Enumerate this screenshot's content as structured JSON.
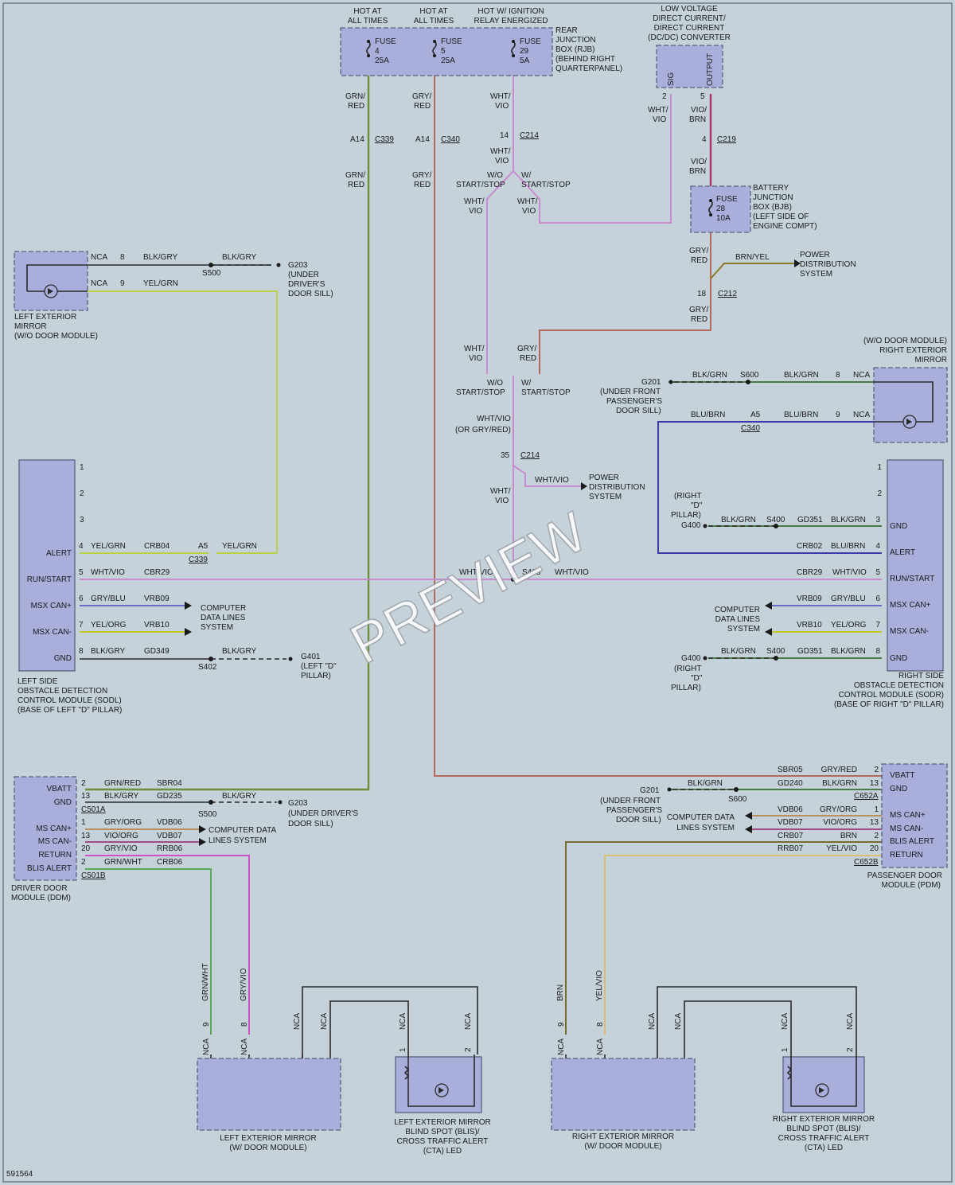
{
  "fuse_box_top": {
    "headers": [
      "HOT AT",
      "ALL TIMES",
      "HOT AT",
      "ALL TIMES",
      "HOT W/ IGNITION",
      "RELAY ENERGIZED"
    ],
    "fuse_label": "FUSE",
    "fuses": [
      {
        "number": "4",
        "rating": "25A"
      },
      {
        "number": "5",
        "rating": "25A"
      },
      {
        "number": "29",
        "rating": "5A"
      }
    ],
    "name_lines": [
      "REAR",
      "JUNCTION",
      "BOX (RJB)",
      "(BEHIND RIGHT",
      "QUARTERPANEL)"
    ]
  },
  "dcdc": {
    "name_lines": [
      "LOW VOLTAGE",
      "DIRECT CURRENT/",
      "DIRECT CURRENT",
      "(DC/DC) CONVERTER"
    ],
    "sig": "SIG",
    "output": "OUTPUT",
    "pin_sig": "2",
    "pin_output": "5"
  },
  "bjb": {
    "fuse_label": "FUSE",
    "fuse_number": "28",
    "fuse_rating": "10A",
    "name_lines": [
      "BATTERY",
      "JUNCTION",
      "BOX (BJB)",
      "(LEFT SIDE OF",
      "ENGINE COMPT)"
    ]
  },
  "upper_labels": {
    "grn_red_1": "GRN/",
    "grn_red_2": "RED",
    "gry_red_1": "GRY/",
    "gry_red_2": "RED",
    "wht_vio_1": "WHT/",
    "wht_vio_2": "VIO",
    "vio_brn_1": "VIO/",
    "vio_brn_2": "BRN",
    "a14": "A14",
    "c339": "C339",
    "c340": "C340",
    "c214": "C214",
    "c219": "C219",
    "c212": "C212",
    "pin14": "14",
    "pin4": "4",
    "pin18": "18",
    "pin35": "35",
    "wo_start": "W/O",
    "start_stop": "START/STOP",
    "w_start": "W/",
    "brn_yel": "BRN/YEL",
    "power_1": "POWER",
    "power_2": "DISTRIBUTION",
    "power_3": "SYSTEM",
    "whtvio_slash": "WHT/VIO",
    "or_gry_red": "(OR GRY/RED)"
  },
  "left_mirror_nodm": {
    "name_lines": [
      "LEFT EXTERIOR",
      "MIRROR",
      "(W/O DOOR MODULE)"
    ],
    "nca": "NCA",
    "pin8": "8",
    "pin9": "9",
    "blk_gry": "BLK/GRY",
    "yel_grn": "YEL/GRN",
    "s500": "S500",
    "g203_lines": [
      "G203",
      "(UNDER",
      "DRIVER'S",
      "DOOR SILL)"
    ]
  },
  "right_mirror_nodm": {
    "name_lines": [
      "(W/O DOOR MODULE)",
      "RIGHT EXTERIOR",
      "MIRROR"
    ],
    "nca": "NCA",
    "pin8": "8",
    "pin9": "9",
    "blk_grn": "BLK/GRN",
    "blu_brn": "BLU/BRN",
    "s600": "S600",
    "a5": "A5",
    "c340": "C340",
    "g201_lines": [
      "G201",
      "(UNDER FRONT",
      "PASSENGER'S",
      "DOOR SILL)"
    ]
  },
  "sodl": {
    "name_lines": [
      "LEFT SIDE",
      "OBSTACLE DETECTION",
      "CONTROL MODULE (SODL)",
      "(BASE OF LEFT \"D\" PILLAR)"
    ],
    "pins": [
      "1",
      "2",
      "3",
      "4",
      "5",
      "6",
      "7",
      "8"
    ],
    "pin_names": [
      "ALERT",
      "RUN/START",
      "MSX CAN+",
      "MSX CAN-",
      "GND"
    ],
    "wire_colors": [
      "YEL/GRN",
      "WHT/VIO",
      "GRY/BLU",
      "YEL/ORG",
      "BLK/GRY"
    ],
    "circuits": [
      "CRB04",
      "CBR29",
      "VRB09",
      "VRB10",
      "GD349"
    ],
    "a5": "A5",
    "yel_grn2": "YEL/GRN",
    "c339": "C339",
    "computer_lines": [
      "COMPUTER",
      "DATA LINES",
      "SYSTEM"
    ],
    "blk_gry2": "BLK/GRY",
    "s402": "S402",
    "g401_lines": [
      "G401",
      "(LEFT \"D\"",
      "PILLAR)"
    ]
  },
  "sodr": {
    "name_lines": [
      "RIGHT SIDE",
      "OBSTACLE DETECTION",
      "CONTROL MODULE (SODR)",
      "(BASE OF RIGHT \"D\" PILLAR)"
    ],
    "pins": [
      "1",
      "2",
      "3",
      "4",
      "5",
      "6",
      "7",
      "8"
    ],
    "pin_names": [
      "GND",
      "ALERT",
      "RUN/START",
      "MSX CAN+",
      "MSX CAN-",
      "GND"
    ],
    "wire_colors": [
      "BLK/GRN",
      "BLU/BRN",
      "WHT/VIO",
      "GRY/BLU",
      "YEL/ORG",
      "BLK/GRN"
    ],
    "circuits": [
      "GD351",
      "CRB02",
      "CBR29",
      "VRB09",
      "VRB10",
      "GD351"
    ],
    "s400": "S400",
    "blk_grn": "BLK/GRN",
    "g400_top_lines": [
      "(RIGHT",
      "\"D\"",
      "PILLAR)",
      "G400"
    ],
    "g400_bot_lines": [
      "G400",
      "(RIGHT",
      "\"D\"",
      "PILLAR)"
    ],
    "computer_lines": [
      "COMPUTER",
      "DATA LINES",
      "SYSTEM"
    ],
    "s403": "S403",
    "wht_vio_mid": "WHT/VIO"
  },
  "ddm": {
    "name_lines": [
      "DRIVER DOOR",
      "MODULE (DDM)"
    ],
    "pin_names": [
      "VBATT",
      "GND",
      "MS CAN+",
      "MS CAN-",
      "RETURN",
      "BLIS ALERT"
    ],
    "pins": [
      "2",
      "13",
      "1",
      "13",
      "20",
      "2"
    ],
    "wire_colors": [
      "GRN/RED",
      "BLK/GRY",
      "GRY/ORG",
      "VIO/ORG",
      "GRY/VIO",
      "GRN/WHT"
    ],
    "circuits": [
      "SBR04",
      "GD235",
      "VDB06",
      "VDB07",
      "RRB06",
      "CRB06"
    ],
    "c501a": "C501A",
    "c501b": "C501B",
    "blk_gry": "BLK/GRY",
    "s500": "S500",
    "g203_lines": [
      "G203",
      "(UNDER DRIVER'S",
      "DOOR SILL)"
    ],
    "computer_lines": [
      "COMPUTER DATA",
      "LINES SYSTEM"
    ]
  },
  "pdm": {
    "name_lines": [
      "PASSENGER DOOR",
      "MODULE (PDM)"
    ],
    "pin_names": [
      "VBATT",
      "GND",
      "MS CAN+",
      "MS CAN-",
      "BLIS ALERT",
      "RETURN"
    ],
    "pins": [
      "2",
      "13",
      "1",
      "13",
      "2",
      "20"
    ],
    "wire_colors": [
      "GRY/RED",
      "BLK/GRN",
      "GRY/ORG",
      "VIO/ORG",
      "BRN",
      "YEL/VIO"
    ],
    "circuits": [
      "SBR05",
      "GD240",
      "VDB06",
      "VDB07",
      "CRB07",
      "RRB07"
    ],
    "c652a": "C652A",
    "c652b": "C652B",
    "blk_grn": "BLK/GRN",
    "s600": "S600",
    "g201_lines": [
      "G201",
      "(UNDER FRONT",
      "PASSENGER'S",
      "DOOR SILL)"
    ],
    "computer_lines": [
      "COMPUTER DATA",
      "LINES SYSTEM"
    ]
  },
  "bottom_left": {
    "mirror_lines": [
      "LEFT EXTERIOR MIRROR",
      "(W/ DOOR MODULE)"
    ],
    "led_lines": [
      "LEFT EXTERIOR MIRROR",
      "BLIND SPOT (BLIS)/",
      "CROSS TRAFFIC ALERT",
      "(CTA) LED"
    ],
    "wire1": "GRN/WHT",
    "wire2": "GRY/VIO",
    "pin9": "9",
    "pin8": "8",
    "nca": "NCA",
    "pin1": "1",
    "pin2": "2"
  },
  "bottom_right": {
    "mirror_lines": [
      "RIGHT EXTERIOR MIRROR",
      "(W/ DOOR MODULE)"
    ],
    "led_lines": [
      "RIGHT EXTERIOR MIRROR",
      "BLIND SPOT (BLIS)/",
      "CROSS TRAFFIC ALERT",
      "(CTA) LED"
    ],
    "wire1": "BRN",
    "wire2": "YEL/VIO",
    "pin9": "9",
    "pin8": "8",
    "nca": "NCA",
    "pin1": "1",
    "pin2": "2"
  },
  "figure_id": "591564",
  "watermark": "PREVIEW",
  "colors": {
    "background": "#c5d2da",
    "module": "#a9aedb",
    "grn_red": "#6e8f3a",
    "gry_red": "#b36a5c",
    "wht_vio": "#c88ad0",
    "vio_brn": "#b0306f",
    "yel_grn": "#b8d04a",
    "blu_brn": "#3a3aa8",
    "blk_grn": "#4a7a4a",
    "gry_blu": "#6a6ac8",
    "yel_org": "#c8c428",
    "gry_org": "#b89060",
    "vio_org": "#a04a8a",
    "gry_vio": "#d050c8",
    "grn_wht": "#5aa85a",
    "brn": "#7a6a30",
    "yel_vio": "#d8c070",
    "brn_yel": "#8a7a28"
  }
}
